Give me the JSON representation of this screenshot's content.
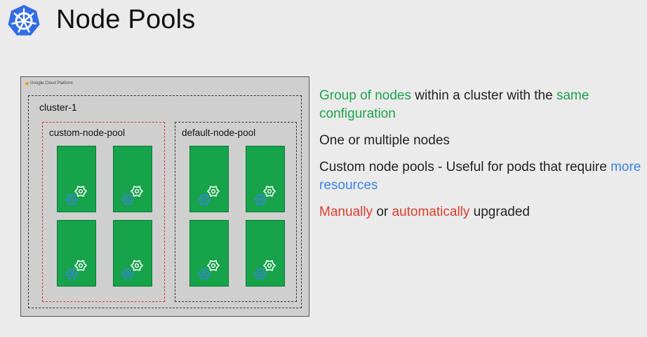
{
  "header": {
    "title": "Node Pools",
    "logo_icon": "kubernetes-helm-icon"
  },
  "diagram": {
    "platform_label": "Google Cloud Platform",
    "cluster_label": "cluster-1",
    "pools": [
      {
        "label": "custom-node-pool",
        "nodes": 4
      },
      {
        "label": "default-node-pool",
        "nodes": 4
      }
    ],
    "node_icon": "gears-icon"
  },
  "bullets": {
    "b1": {
      "p1": "Group of nodes",
      "p2": " within a cluster with the ",
      "p3": "same configuration"
    },
    "b2": {
      "text": "One or multiple nodes"
    },
    "b3": {
      "p1": "Custom node pools - Useful for pods that require ",
      "p2": "more resources"
    },
    "b4": {
      "p1": "Manually",
      "p2": " or ",
      "p3": "automatically",
      "p4": " upgraded"
    }
  },
  "colors": {
    "background": "#ebebeb",
    "node_green": "#16a34a",
    "accent_green": "#1ea34a",
    "accent_blue": "#3b82e6",
    "accent_red": "#d93b2b",
    "logo_blue": "#326ce5"
  }
}
